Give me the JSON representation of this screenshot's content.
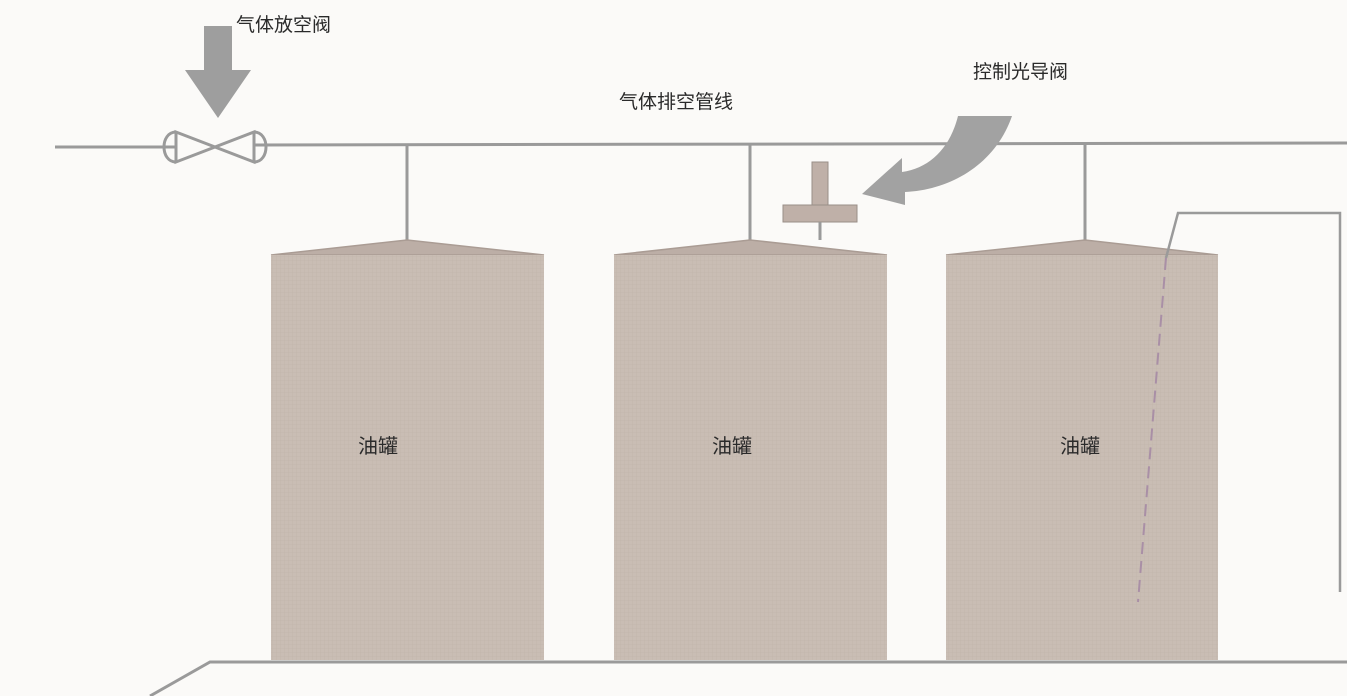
{
  "labels": {
    "vent_valve": "气体放空阀",
    "vent_pipeline": "气体排空管线",
    "control_valve": "控制光导阀"
  },
  "tanks": [
    {
      "label": "油罐"
    },
    {
      "label": "油罐"
    },
    {
      "label": "油罐"
    }
  ],
  "colors": {
    "background": "#fbfaf8",
    "tank_fill": "#c9bdb4",
    "tank_roof": "#bcaea6",
    "pipe": "#9a9a9a",
    "arrow": "#9e9e9e",
    "probe_dash": "#a98fa6"
  }
}
